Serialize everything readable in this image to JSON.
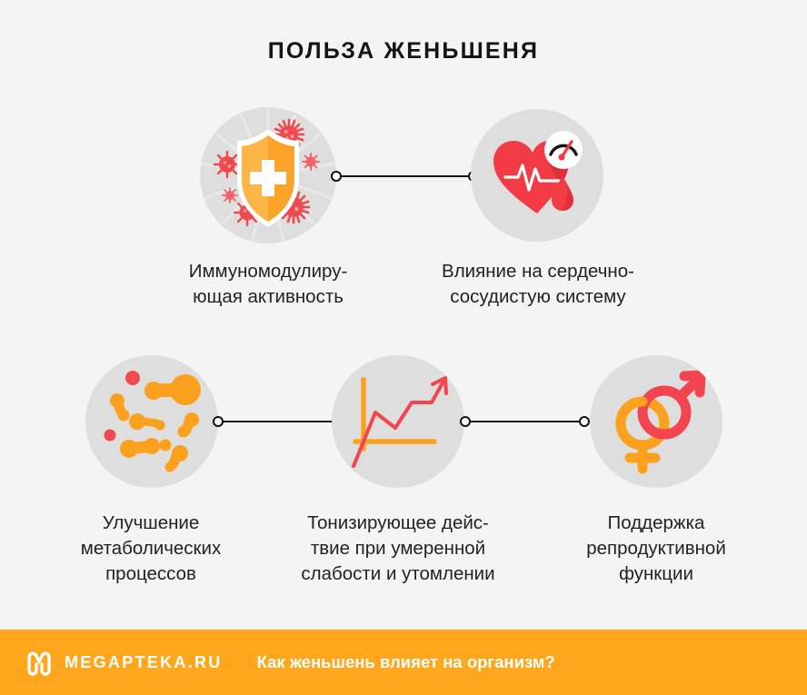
{
  "page": {
    "title": "ПОЛЬЗА ЖЕНЬШЕНЯ",
    "background_color": "#f4f4f4",
    "bubble_color": "#dedede",
    "text_color": "#222222"
  },
  "palette": {
    "orange": "#ffa71c",
    "orange_dark": "#f99b0c",
    "red": "#f1404b",
    "red_light": "#f4616a",
    "white": "#ffffff",
    "black": "#111111"
  },
  "nodes": [
    {
      "id": "immunity",
      "icon": "shield-virus-icon",
      "caption": "Иммуномодулиру-\nющая активность"
    },
    {
      "id": "cardiovascular",
      "icon": "heart-pulse-gauge-icon",
      "caption": "Влияние на сердечно-\nсосудистую систему"
    },
    {
      "id": "metabolism",
      "icon": "molecules-icon",
      "caption": "Улучшение\nметаболических\nпроцессов"
    },
    {
      "id": "tonic",
      "icon": "rising-chart-icon",
      "caption": "Тонизирующее дейс-\nтвие при умеренной\nслабости и утомлении"
    },
    {
      "id": "reproductive",
      "icon": "gender-symbols-icon",
      "caption": "Поддержка\nрепродуктивной\nфункции"
    }
  ],
  "footer": {
    "logo_icon": "megapteka-m-logo-icon",
    "brand": "MEGAPTEKA.RU",
    "tagline": "Как женьшень влияет на организм?",
    "background_color": "#ffa71c"
  }
}
